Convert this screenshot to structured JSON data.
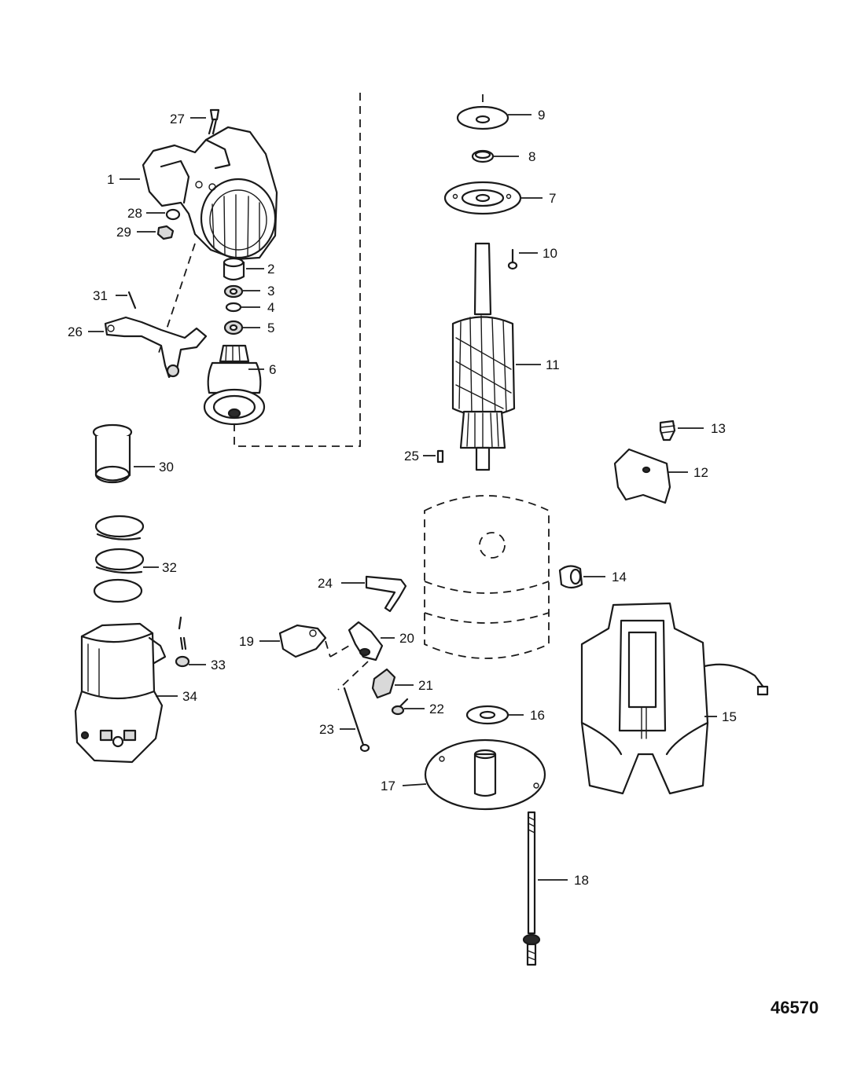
{
  "figure_id": "46570",
  "callouts": {
    "c1": "1",
    "c2": "2",
    "c3": "3",
    "c4": "4",
    "c5": "5",
    "c6": "6",
    "c7": "7",
    "c8": "8",
    "c9": "9",
    "c10": "10",
    "c11": "11",
    "c12": "12",
    "c13": "13",
    "c14": "14",
    "c15": "15",
    "c16": "16",
    "c17": "17",
    "c18": "18",
    "c19": "19",
    "c20": "20",
    "c21": "21",
    "c22": "22",
    "c23": "23",
    "c24": "24",
    "c25": "25",
    "c26": "26",
    "c27": "27",
    "c28": "28",
    "c29": "29",
    "c30": "30",
    "c31": "31",
    "c32": "32",
    "c33": "33",
    "c34": "34"
  }
}
